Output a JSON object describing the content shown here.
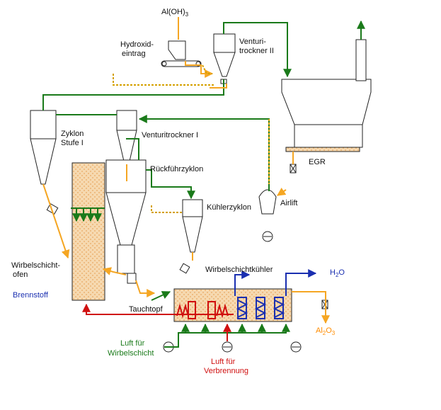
{
  "labels": {
    "aloh3": "Al(OH)",
    "aloh3_sub": "3",
    "hydroxid_1": "Hydroxid-",
    "hydroxid_2": "eintrag",
    "venturi2_1": "Venturi-",
    "venturi2_2": "trockner II",
    "zyklon_1": "Zyklon",
    "zyklon_2": "Stufe I",
    "venturi1": "Venturitrockner I",
    "rueckfuehr": "Rückführzyklon",
    "egr": "EGR",
    "kuehlerzyklon": "Kühlerzyklon",
    "airlift": "Airlift",
    "wsofen_1": "Wirbelschicht-",
    "wsofen_2": "ofen",
    "brennstoff": "Brennstoff",
    "tauchtopf": "Tauchtopf",
    "wskuehler": "Wirbelschichtkühler",
    "h2o": "H",
    "h2o_sub": "2",
    "h2o_end": "O",
    "al2o3": "Al",
    "al2o3_sub1": "2",
    "al2o3_mid": "O",
    "al2o3_sub2": "3",
    "luft_ws_1": "Luft für",
    "luft_ws_2": "Wirbelschicht",
    "luft_vb_1": "Luft für",
    "luft_vb_2": "Verbrennung"
  },
  "colors": {
    "solids": "#f5a623",
    "gas": "#1a7a1a",
    "fuel_air": "#d01010",
    "water": "#1a2fb0",
    "bed_fill": "#f6d9b0",
    "equipment": "#222222"
  }
}
